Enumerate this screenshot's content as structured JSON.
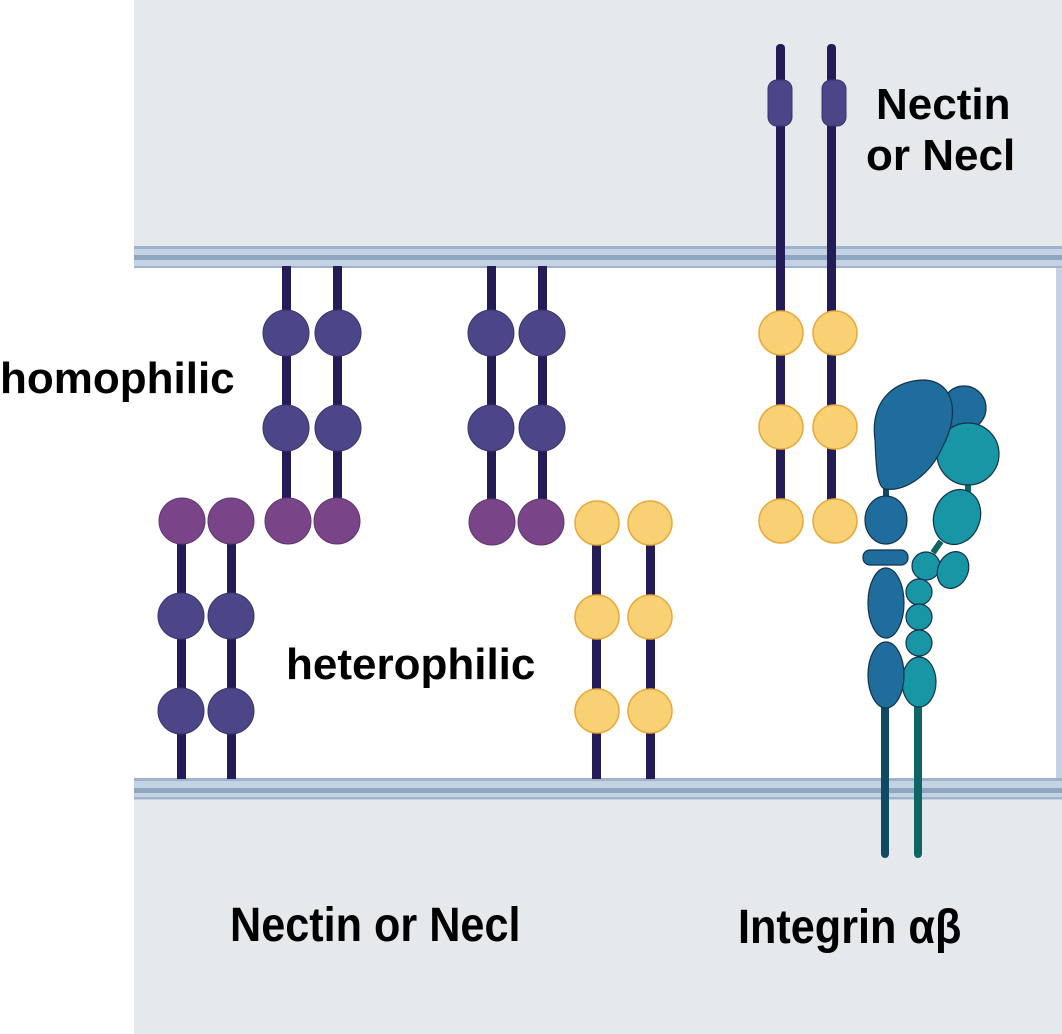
{
  "labels": {
    "top_right": [
      "Nectin",
      "or Necl"
    ],
    "homophilic": "homophilic",
    "heterophilic": "heterophilic",
    "bottom_left": "Nectin or Necl",
    "bottom_right": "Integrin αβ"
  },
  "colors": {
    "cell_background": "#e6e9ec",
    "membrane_light": "#c5d2e3",
    "membrane_dark": "#8fa6c1",
    "extracellular": "#ffffff",
    "stalk": "#231c57",
    "nectin_purple": "#4c4588",
    "nectin_magenta": "#7a4588",
    "yellow_domain": "#f7d174",
    "yellow_outline": "#e9a93a",
    "integrin_alpha": "#1f6d9c",
    "integrin_beta": "#1896a6",
    "integrin_alpha_tail": "#0f4a63",
    "integrin_beta_tail": "#0f6464"
  },
  "molecules": [
    {
      "name": "nectin-homophilic-upper-left",
      "anchored": "top",
      "domains": [
        "purple",
        "purple",
        "magenta"
      ]
    },
    {
      "name": "nectin-homophilic-lower-left",
      "anchored": "bottom",
      "domains": [
        "magenta",
        "purple",
        "purple"
      ]
    },
    {
      "name": "nectin-heterophilic-upper",
      "anchored": "top",
      "domains": [
        "purple",
        "purple",
        "magenta"
      ]
    },
    {
      "name": "nectin-heterophilic-lower",
      "anchored": "bottom",
      "domains": [
        "yellow",
        "yellow",
        "yellow"
      ]
    },
    {
      "name": "nectin-integrin-partner",
      "anchored": "top",
      "domains": [
        "yellow",
        "yellow",
        "yellow"
      ]
    },
    {
      "name": "integrin-alpha-beta",
      "anchored": "bottom",
      "domains": []
    }
  ]
}
